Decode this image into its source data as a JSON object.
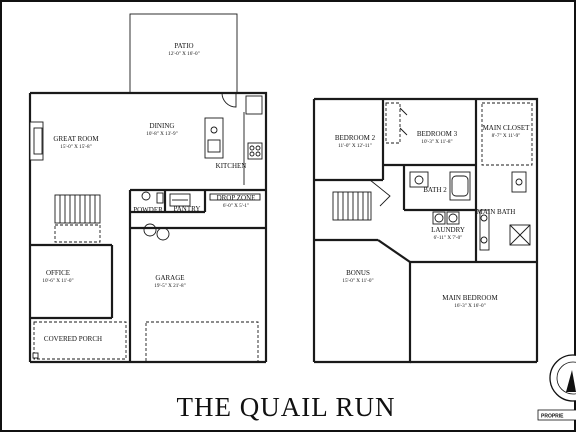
{
  "title": "THE QUAIL RUN",
  "rooms": [
    {
      "name": "PATIO",
      "dim": "12'-0\" X 16'-0\""
    },
    {
      "name": "DINING",
      "dim": "10'-8\" X 13'-9\""
    },
    {
      "name": "GREAT ROOM",
      "dim": "15'-0\" X 15'-8\""
    },
    {
      "name": "KITCHEN",
      "dim": ""
    },
    {
      "name": "POWDER",
      "dim": ""
    },
    {
      "name": "PANTRY",
      "dim": ""
    },
    {
      "name": "DROP ZONE",
      "dim": "6'-0\" X 5'-1\""
    },
    {
      "name": "OFFICE",
      "dim": "10'-6\" X 11'-0\""
    },
    {
      "name": "GARAGE",
      "dim": "19'-5\" X 21'-8\""
    },
    {
      "name": "COVERED PORCH",
      "dim": ""
    },
    {
      "name": "BEDROOM 2",
      "dim": "11'-0\" X 12'-11\""
    },
    {
      "name": "BEDROOM 3",
      "dim": "10'-3\" X 11'-8\""
    },
    {
      "name": "MAIN CLOSET",
      "dim": "8'-7\" X 11'-9\""
    },
    {
      "name": "BATH 2",
      "dim": ""
    },
    {
      "name": "MAIN BATH",
      "dim": ""
    },
    {
      "name": "LAUNDRY",
      "dim": "6'-11\" X 7'-0\""
    },
    {
      "name": "BONUS",
      "dim": "15'-0\" X 11'-0\""
    },
    {
      "name": "MAIN BEDROOM",
      "dim": "16'-3\" X 16'-0\""
    }
  ],
  "badge": {
    "tag": "PROPRIE"
  }
}
